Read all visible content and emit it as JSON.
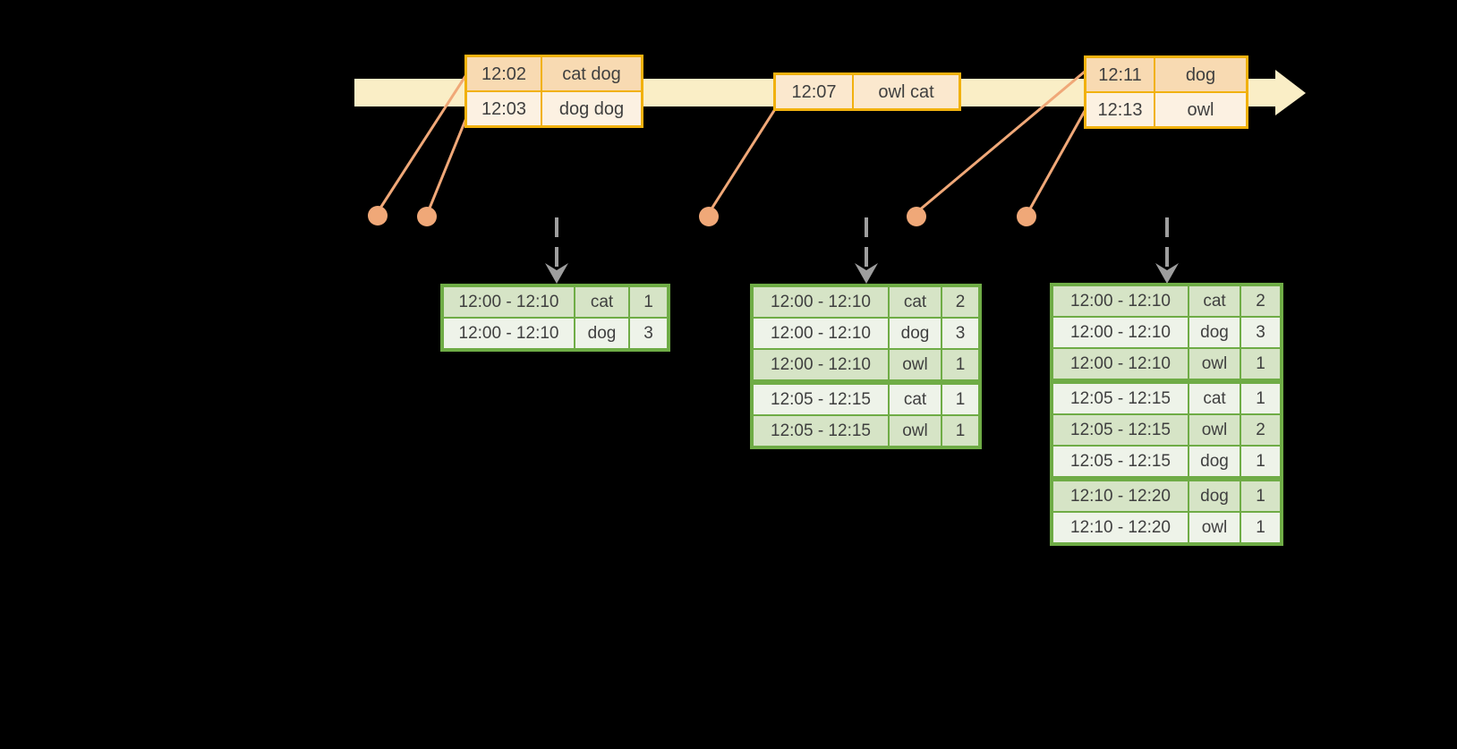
{
  "colors": {
    "background": "#000000",
    "timeline_band": "#FAEEC6",
    "event_border": "#F1B10E",
    "event_row_dark": "#F8DAB2",
    "event_row_light": "#FCF1E2",
    "event_row_mid": "#FBE8CE",
    "connector": "#F0A878",
    "trigger_arrow": "#9E9E9E",
    "result_border": "#6FAC46",
    "result_row_dark": "#D6E4C6",
    "result_row_light": "#EEF3E9",
    "text": "#3F3F3F"
  },
  "event_tables": [
    {
      "rows": [
        {
          "time": "12:02",
          "words": "cat dog",
          "shade": "dark"
        },
        {
          "time": "12:03",
          "words": "dog dog",
          "shade": "light"
        }
      ]
    },
    {
      "rows": [
        {
          "time": "12:07",
          "words": "owl cat",
          "shade": "mid"
        }
      ]
    },
    {
      "rows": [
        {
          "time": "12:11",
          "words": "dog",
          "shade": "dark"
        },
        {
          "time": "12:13",
          "words": "owl",
          "shade": "light"
        }
      ]
    }
  ],
  "result_tables": [
    {
      "rows": [
        {
          "window": "12:00 - 12:10",
          "word": "cat",
          "count": "1",
          "shade": "dark"
        },
        {
          "window": "12:00 - 12:10",
          "word": "dog",
          "count": "3",
          "shade": "light"
        }
      ]
    },
    {
      "rows": [
        {
          "window": "12:00 - 12:10",
          "word": "cat",
          "count": "2",
          "shade": "dark"
        },
        {
          "window": "12:00 - 12:10",
          "word": "dog",
          "count": "3",
          "shade": "light"
        },
        {
          "window": "12:00 - 12:10",
          "word": "owl",
          "count": "1",
          "shade": "dark"
        },
        {
          "window": "12:05 - 12:15",
          "word": "cat",
          "count": "1",
          "shade": "light",
          "group_start": true
        },
        {
          "window": "12:05 - 12:15",
          "word": "owl",
          "count": "1",
          "shade": "dark"
        }
      ]
    },
    {
      "rows": [
        {
          "window": "12:00 - 12:10",
          "word": "cat",
          "count": "2",
          "shade": "dark"
        },
        {
          "window": "12:00 - 12:10",
          "word": "dog",
          "count": "3",
          "shade": "light"
        },
        {
          "window": "12:00 - 12:10",
          "word": "owl",
          "count": "1",
          "shade": "dark"
        },
        {
          "window": "12:05 - 12:15",
          "word": "cat",
          "count": "1",
          "shade": "light",
          "group_start": true
        },
        {
          "window": "12:05 - 12:15",
          "word": "owl",
          "count": "2",
          "shade": "dark"
        },
        {
          "window": "12:05 - 12:15",
          "word": "dog",
          "count": "1",
          "shade": "light"
        },
        {
          "window": "12:10 - 12:20",
          "word": "dog",
          "count": "1",
          "shade": "dark",
          "group_start": true
        },
        {
          "window": "12:10 - 12:20",
          "word": "owl",
          "count": "1",
          "shade": "light"
        }
      ]
    }
  ]
}
